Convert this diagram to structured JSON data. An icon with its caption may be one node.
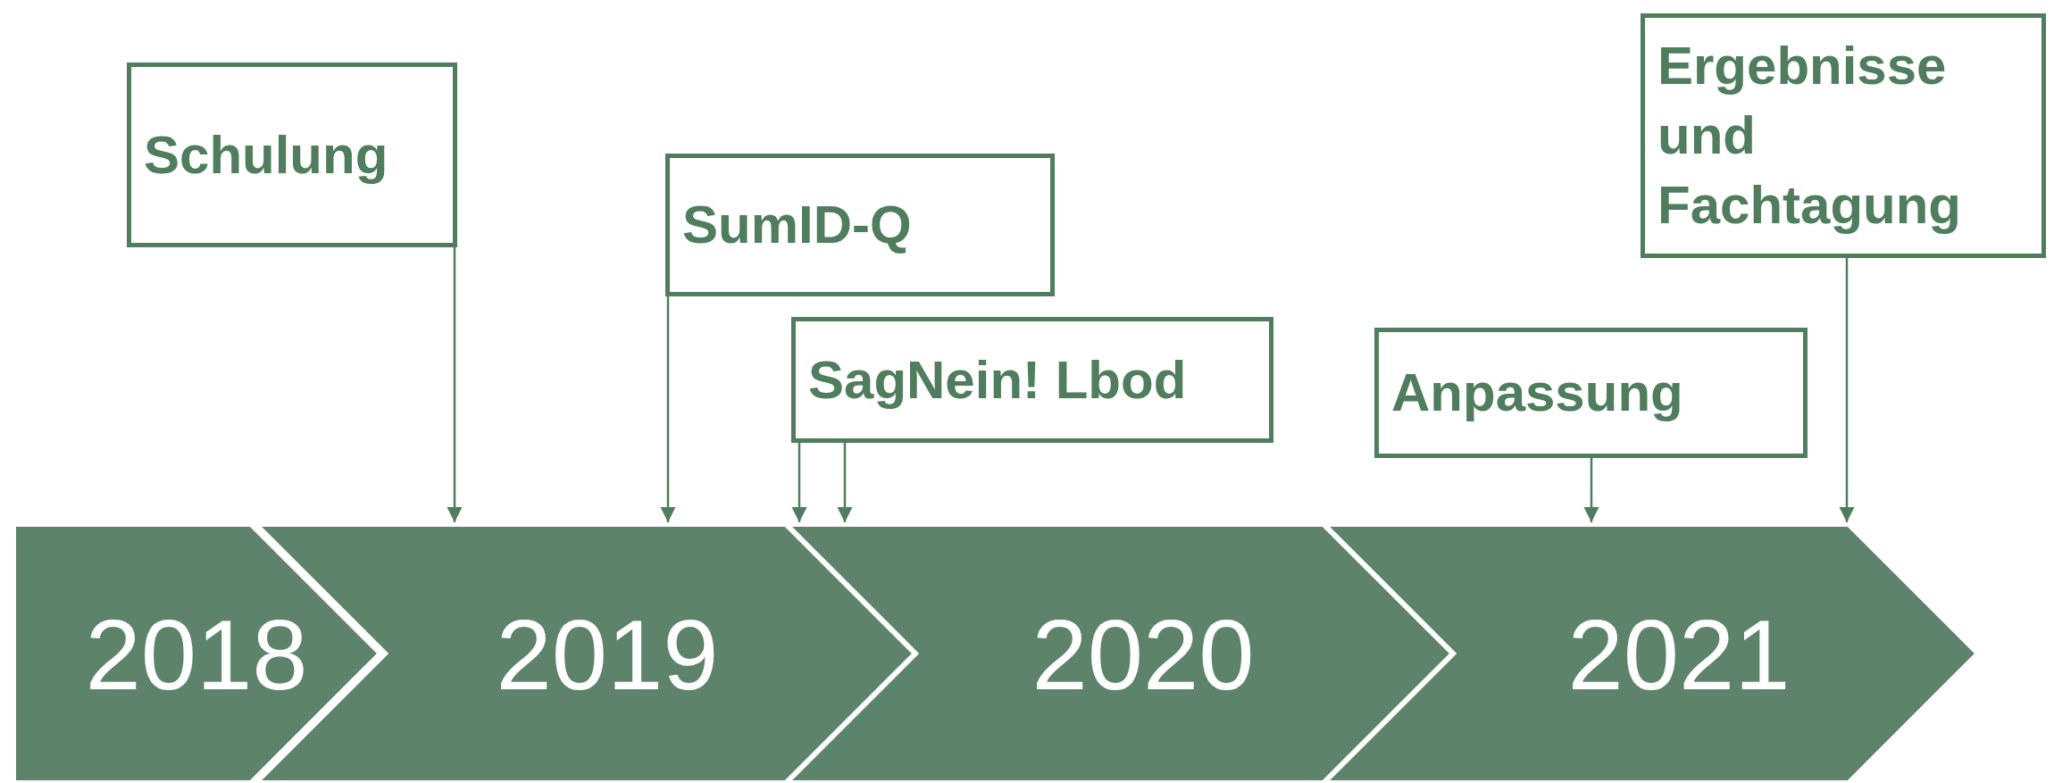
{
  "diagram": {
    "nodes": [
      {
        "text": [
          "Schulung"
        ]
      },
      {
        "text": [
          "SumID-Q"
        ]
      },
      {
        "text": [
          "SagNein! Lbod"
        ]
      },
      {
        "text": [
          "Anpassung"
        ]
      },
      {
        "text": [
          "Ergebnisse und Fachtagung"
        ]
      },
      {
        "text": [
          "2018"
        ]
      },
      {
        "text": [
          "2019"
        ]
      },
      {
        "text": [
          "2020"
        ]
      },
      {
        "text": [
          "2021"
        ]
      }
    ],
    "edges": [
      {
        "from": 0,
        "to": 6,
        "arrow": "to"
      },
      {
        "from": 1,
        "to": 6,
        "arrow": "to"
      },
      {
        "from": 2,
        "to": 7,
        "arrow": "to"
      },
      {
        "from": 2,
        "to": 7,
        "arrow": "to"
      },
      {
        "from": 3,
        "to": 8,
        "arrow": "to"
      },
      {
        "from": 4,
        "to": 8,
        "arrow": "to"
      }
    ]
  }
}
